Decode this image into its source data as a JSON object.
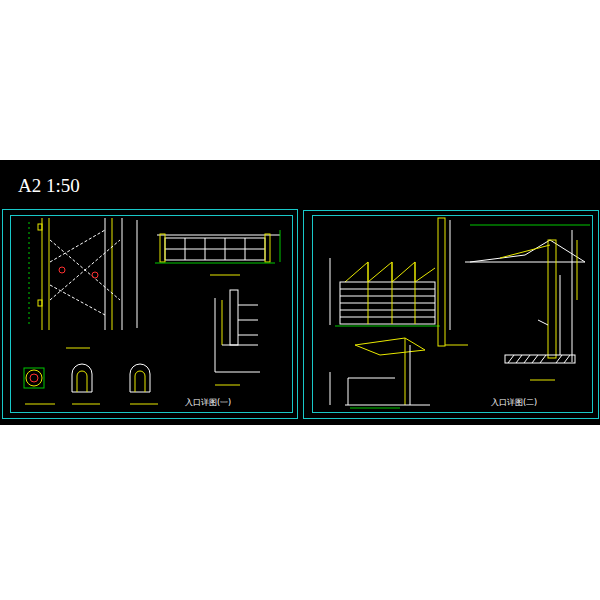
{
  "diagram": {
    "title": "A2 1:50",
    "labels": [
      "入口详图(一)",
      "入口详图(二)"
    ]
  }
}
